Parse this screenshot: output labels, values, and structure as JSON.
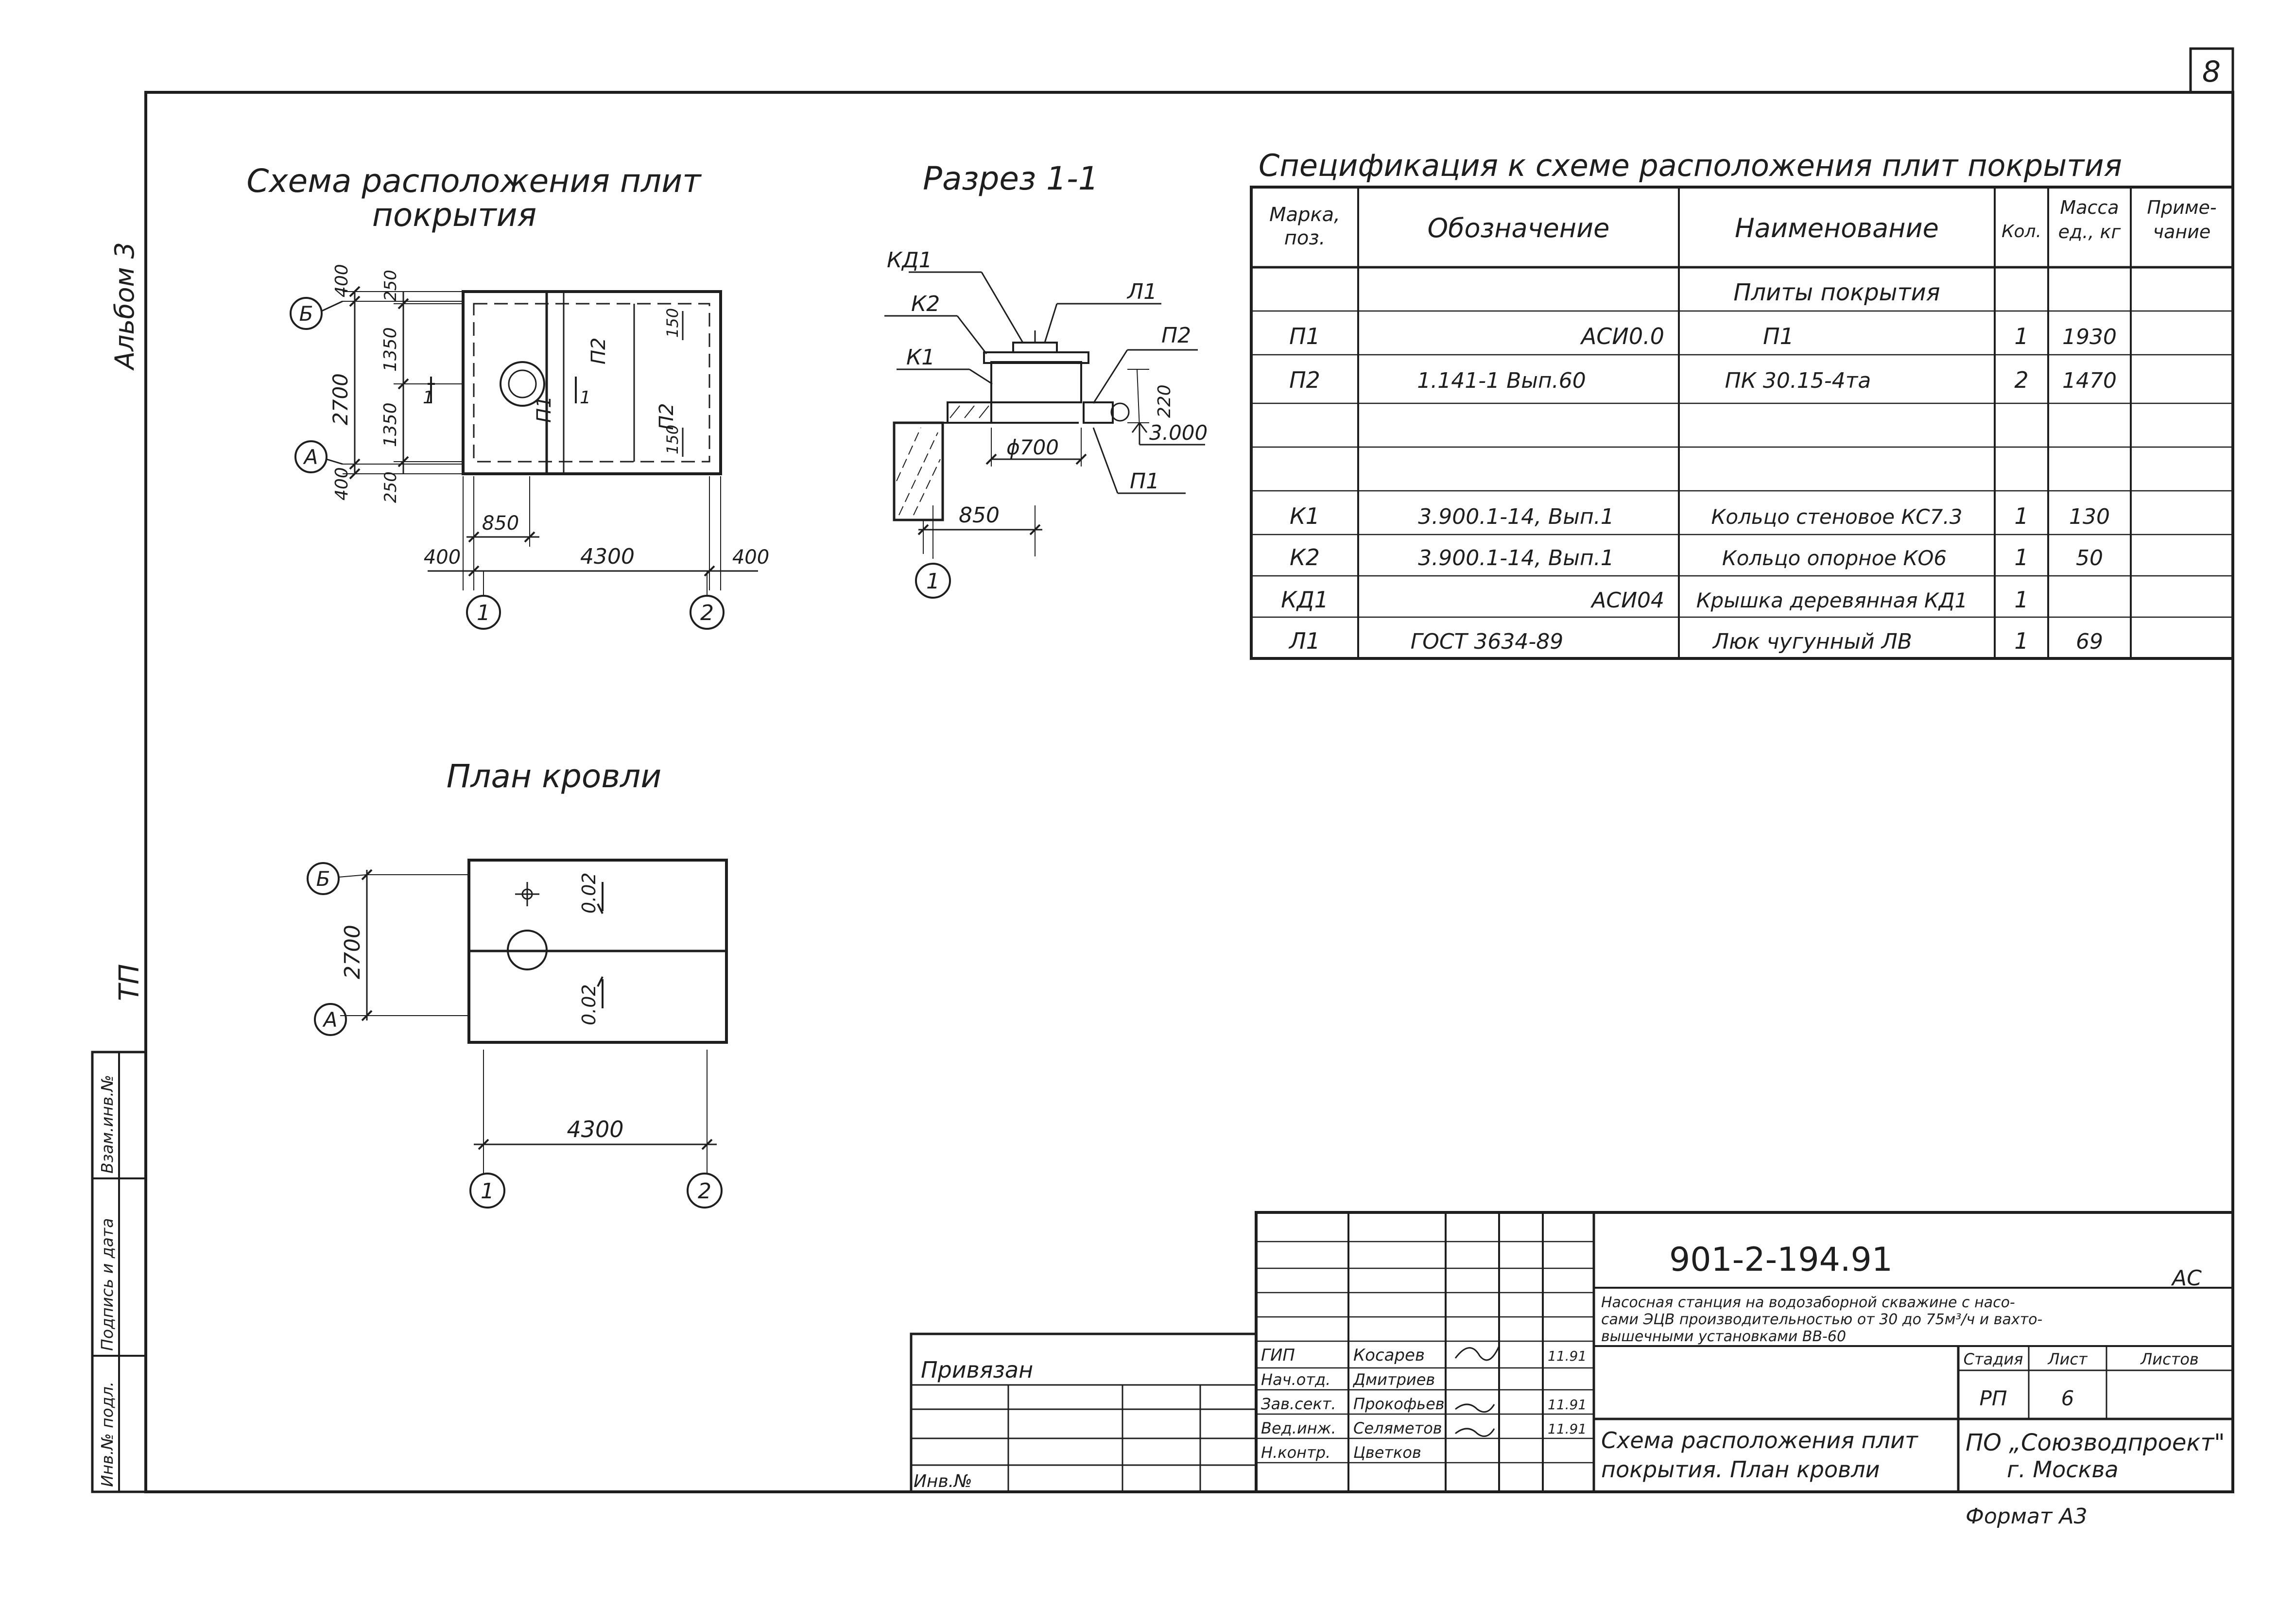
{
  "page_number": "8",
  "album": "Альбом 3",
  "series_tp": "ТП",
  "left_stamp": [
    "Инв.№ подл.",
    "Подпись и дата",
    "Взам.инв.№"
  ],
  "plan_slabs": {
    "title_line1": "Схема расположения плит",
    "title_line2": "покрытия",
    "axis_b": "Б",
    "axis_a": "А",
    "axis_1": "1",
    "axis_2": "2",
    "dim_400_top": "400",
    "dim_2700": "2700",
    "dim_400_bottom": "400",
    "dim_250_top": "250",
    "dim_1350_upper": "1350",
    "dim_1350_lower": "1350",
    "dim_250_bottom": "250",
    "dim_850": "850",
    "dim_400_left": "400",
    "dim_4300": "4300",
    "dim_400_right": "400",
    "dim_150_upper": "150",
    "dim_150_lower": "150",
    "mark_p1": "П1",
    "mark_p2a": "П2",
    "mark_p2b": "П2",
    "section_mark_left": "1",
    "section_mark_right": "1"
  },
  "section": {
    "title": "Разрез 1-1",
    "kd1": "КД1",
    "k2": "К2",
    "k1": "К1",
    "l1": "Л1",
    "p2": "П2",
    "p1": "П1",
    "dim_220": "220",
    "elev": "3.000",
    "diam": "ϕ700",
    "dim_850": "850",
    "axis": "1"
  },
  "roof": {
    "title": "План кровли",
    "axis_b": "Б",
    "axis_a": "А",
    "axis_1": "1",
    "axis_2": "2",
    "dim_2700": "2700",
    "dim_4300": "4300",
    "slope_top": "0.02",
    "slope_bottom": "0.02"
  },
  "spec": {
    "title": "Спецификация к схеме расположения плит покрытия",
    "headers": [
      "Марка, поз.",
      "Обозначение",
      "Наименование",
      "Кол.",
      "Масса ед., кг",
      "Приме- чание"
    ],
    "rows": [
      [
        "",
        "",
        "Плиты покрытия",
        "",
        "",
        ""
      ],
      [
        "П1",
        "АСИ0.0",
        "П1",
        "1",
        "1930",
        ""
      ],
      [
        "П2",
        "1.141-1 Вып.60",
        "ПК 30.15-4та",
        "2",
        "1470",
        ""
      ],
      [
        "",
        "",
        "",
        "",
        "",
        ""
      ],
      [
        "",
        "",
        "",
        "",
        "",
        ""
      ],
      [
        "К1",
        "3.900.1-14, Вып.1",
        "Кольцо стеновое КС7.3",
        "1",
        "130",
        ""
      ],
      [
        "К2",
        "3.900.1-14, Вып.1",
        "Кольцо опорное КО6",
        "1",
        "50",
        ""
      ],
      [
        "КД1",
        "АСИ04",
        "Крышка деревянная КД1",
        "1",
        "",
        ""
      ],
      [
        "Л1",
        "ГОСТ 3634-89",
        "Люк чугунный ЛВ",
        "1",
        "69",
        ""
      ]
    ]
  },
  "title_block": {
    "privyazan": "Привязан",
    "inv": "Инв.№",
    "project_code": "901-2-194.91",
    "section_code": "АС",
    "project_desc_1": "Насосная станция на водозаборной скважине с насо-",
    "project_desc_2": "сами ЭЦВ производительностью от 30 до 75м³/ч и вахто-",
    "project_desc_3": "вышечными установками ВВ-60",
    "roles": [
      "ГИП",
      "Нач.отд.",
      "Зав.сект.",
      "Вед.инж.",
      "Н.контр."
    ],
    "names": [
      "Косарев",
      "Дмитриев",
      "Прокофьев",
      "Селяметов",
      "Цветков"
    ],
    "dates": [
      "11.91",
      "",
      "11.91",
      "11.91",
      ""
    ],
    "stage_header": "Стадия",
    "sheet_header": "Лист",
    "sheets_header": "Листов",
    "stage": "РП",
    "sheet": "6",
    "drawing_title_1": "Схема расположения плит",
    "drawing_title_2": "покрытия. План кровли",
    "org_1": "ПО „Союзводпроект\"",
    "org_2": "г. Москва",
    "format": "Формат А3"
  }
}
